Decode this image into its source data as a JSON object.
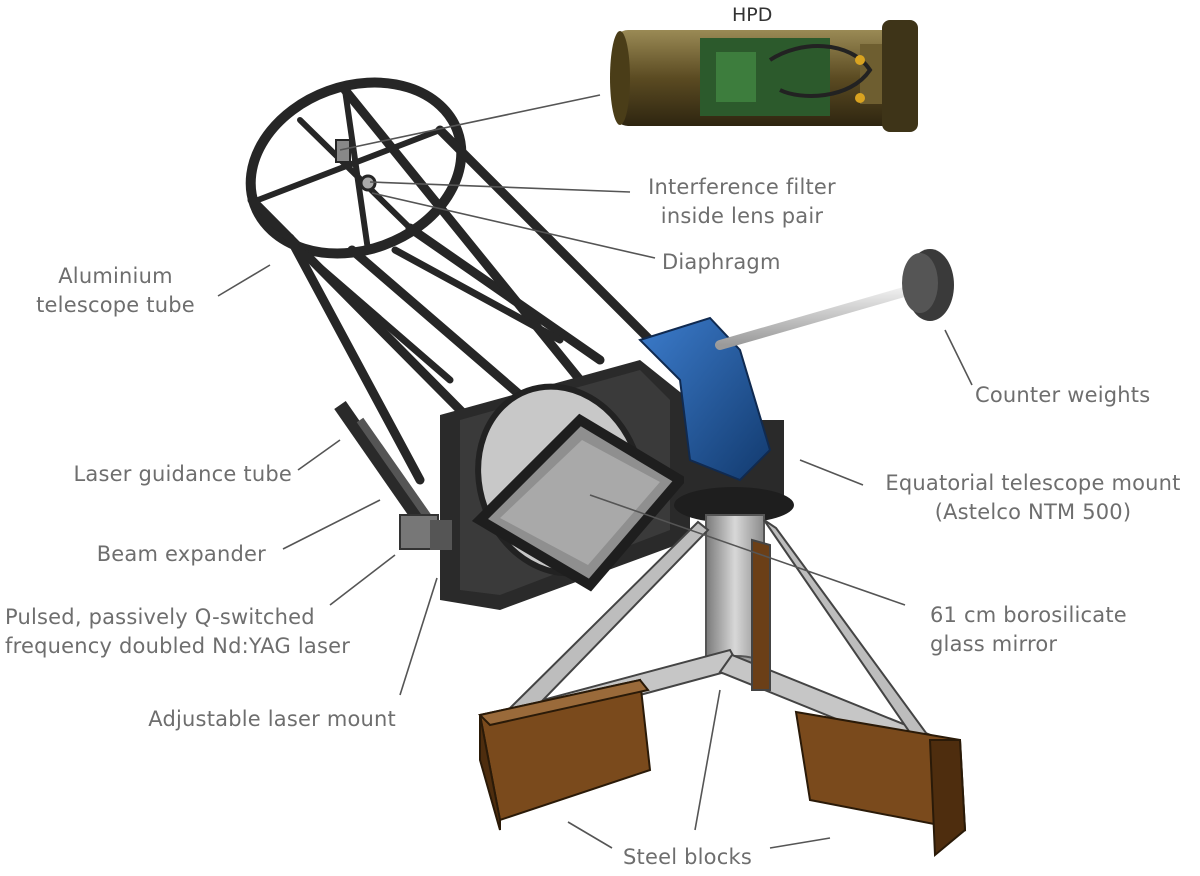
{
  "hpd": {
    "title": "HPD"
  },
  "labels": {
    "aluminium_tube": [
      "Aluminium",
      "telescope tube"
    ],
    "interference_filter": [
      "Interference filter",
      "inside lens pair"
    ],
    "diaphragm": [
      "Diaphragm"
    ],
    "counter_weights": [
      "Counter weights"
    ],
    "laser_guidance_tube": [
      "Laser guidance tube"
    ],
    "equatorial_mount": [
      "Equatorial telescope mount",
      "(Astelco NTM 500)"
    ],
    "beam_expander": [
      "Beam expander"
    ],
    "pulsed_laser": [
      "Pulsed, passively Q-switched",
      "frequency doubled Nd:YAG laser"
    ],
    "mirror": [
      "61 cm borosilicate",
      "glass mirror"
    ],
    "adjustable_laser_mount": [
      "Adjustable laser mount"
    ],
    "steel_blocks": [
      "Steel blocks"
    ]
  },
  "colors": {
    "label_text": "#6e6e6e",
    "leader_line": "#555555",
    "tube_frame": "#262626",
    "mount_blue": "#1f5aa0",
    "steel_light": "#c8c8c8",
    "steel_block": "#6b3f17",
    "hpd_body": "#7a6a3a"
  }
}
